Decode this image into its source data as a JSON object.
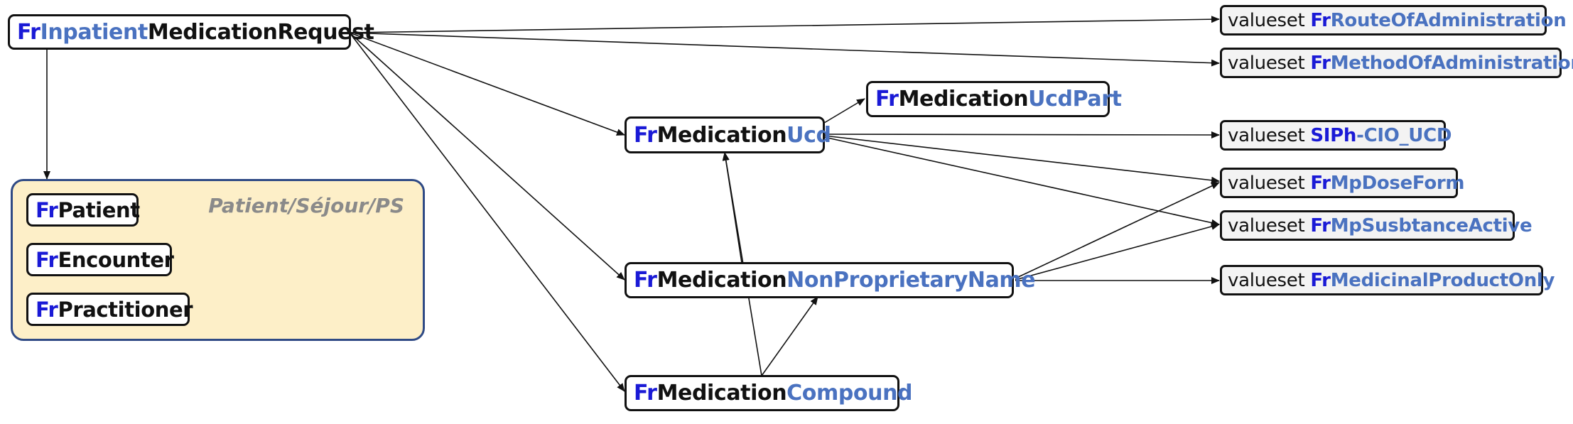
{
  "nodes": {
    "inpatient": {
      "prefix": "Fr",
      "mid": "Inpatient",
      "rest": "MedicationRequest"
    },
    "ucd": {
      "prefix": "Fr",
      "mid": "Medication",
      "rest": "Ucd"
    },
    "ucdpart": {
      "prefix": "Fr",
      "mid": "Medication",
      "rest": "UcdPart"
    },
    "npn": {
      "prefix": "Fr",
      "mid": "Medication",
      "rest": "NonProprietaryName"
    },
    "compound": {
      "prefix": "Fr",
      "mid": "Medication",
      "rest": "Compound"
    }
  },
  "group": {
    "title": "Patient/Séjour/PS",
    "items": [
      {
        "prefix": "Fr",
        "rest": "Patient"
      },
      {
        "prefix": "Fr",
        "rest": "Encounter"
      },
      {
        "prefix": "Fr",
        "rest": "Practitioner"
      }
    ]
  },
  "valuesets": [
    {
      "keyword": "valueset",
      "prefix": "Fr",
      "rest": "RouteOfAdministration"
    },
    {
      "keyword": "valueset",
      "prefix": "Fr",
      "rest": "MethodOfAdministration"
    },
    {
      "keyword": "valueset",
      "prefix": "SIPh",
      "rest": "-CIO_UCD"
    },
    {
      "keyword": "valueset",
      "prefix": "Fr",
      "rest": "MpDoseForm"
    },
    {
      "keyword": "valueset",
      "prefix": "Fr",
      "rest": "MpSusbtanceActive"
    },
    {
      "keyword": "valueset",
      "prefix": "Fr",
      "rest": "MedicinalProductOnly"
    }
  ],
  "colors": {
    "prefix": "#1a1ad6",
    "accent": "#4a72c0",
    "group_fill": "#fdefc8",
    "group_border": "#2f4a85"
  }
}
